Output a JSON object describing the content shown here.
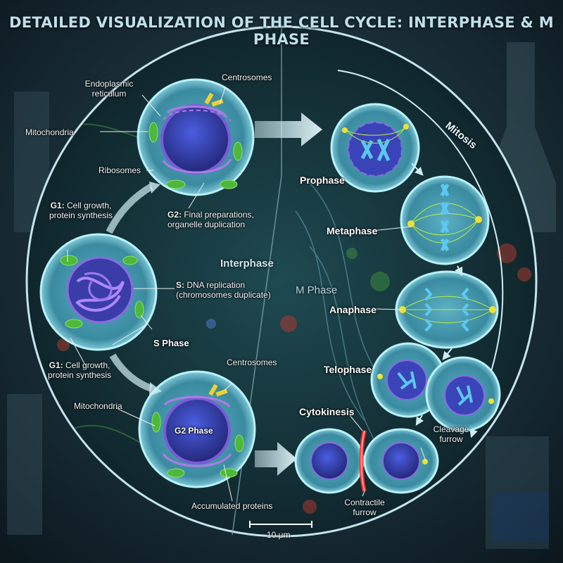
{
  "title": "DETAILED VISUALIZATION OF THE CELL CYCLE: INTERPHASE & M PHASE",
  "sections": {
    "interphase": "Interphase",
    "m_phase": "M Phase",
    "mitosis": "Mitosis"
  },
  "interphase_labels": {
    "endoplasmic_reticulum": "Endoplasmic\nreticulum",
    "centrosomes_top": "Centrosomes",
    "mitochondria_top": "Mitochondria",
    "ribosomes": "Ribosomes",
    "g1_top_label": "G1:",
    "g1_top_text": " Cell growth,\nprotein synthesis",
    "g2_label": "G2:",
    "g2_text": " Final preparations,\norganelle duplication",
    "s_label": "S:",
    "s_text": " DNA replication\n(chromosomes duplicate)",
    "s_phase": "S Phase",
    "g1_bottom_label": "G1:",
    "g1_bottom_text": " Cell growth,\nprotein synthesis",
    "centrosomes_bottom": "Centrosomes",
    "mitochondria_bottom": "Mitochondria",
    "g2_phase": "G2 Phase",
    "accumulated_proteins": "Accumulated proteins"
  },
  "mitosis_labels": {
    "prophase": "Prophase",
    "metaphase": "Metaphase",
    "anaphase": "Anaphase",
    "telophase": "Telophase",
    "cytokinesis": "Cytokinesis",
    "cleavage_furrow": "Cleavage\nfurrow",
    "contractile_furrow": "Contractile\nfurrow"
  },
  "scale_bar": "10 μm",
  "colors": {
    "membrane": "#8fe0ee",
    "cytoplasm": "#3e8fa6",
    "nucleus": "#3a44b8",
    "er": "#b07ae6",
    "mitochondria": "#5cc83a",
    "centrosome": "#f0d030",
    "spindle": "#b8f040",
    "chromosome": "#5cc8f0",
    "cleavage": "#ff2a2a",
    "arrow": "#cfeef4"
  }
}
